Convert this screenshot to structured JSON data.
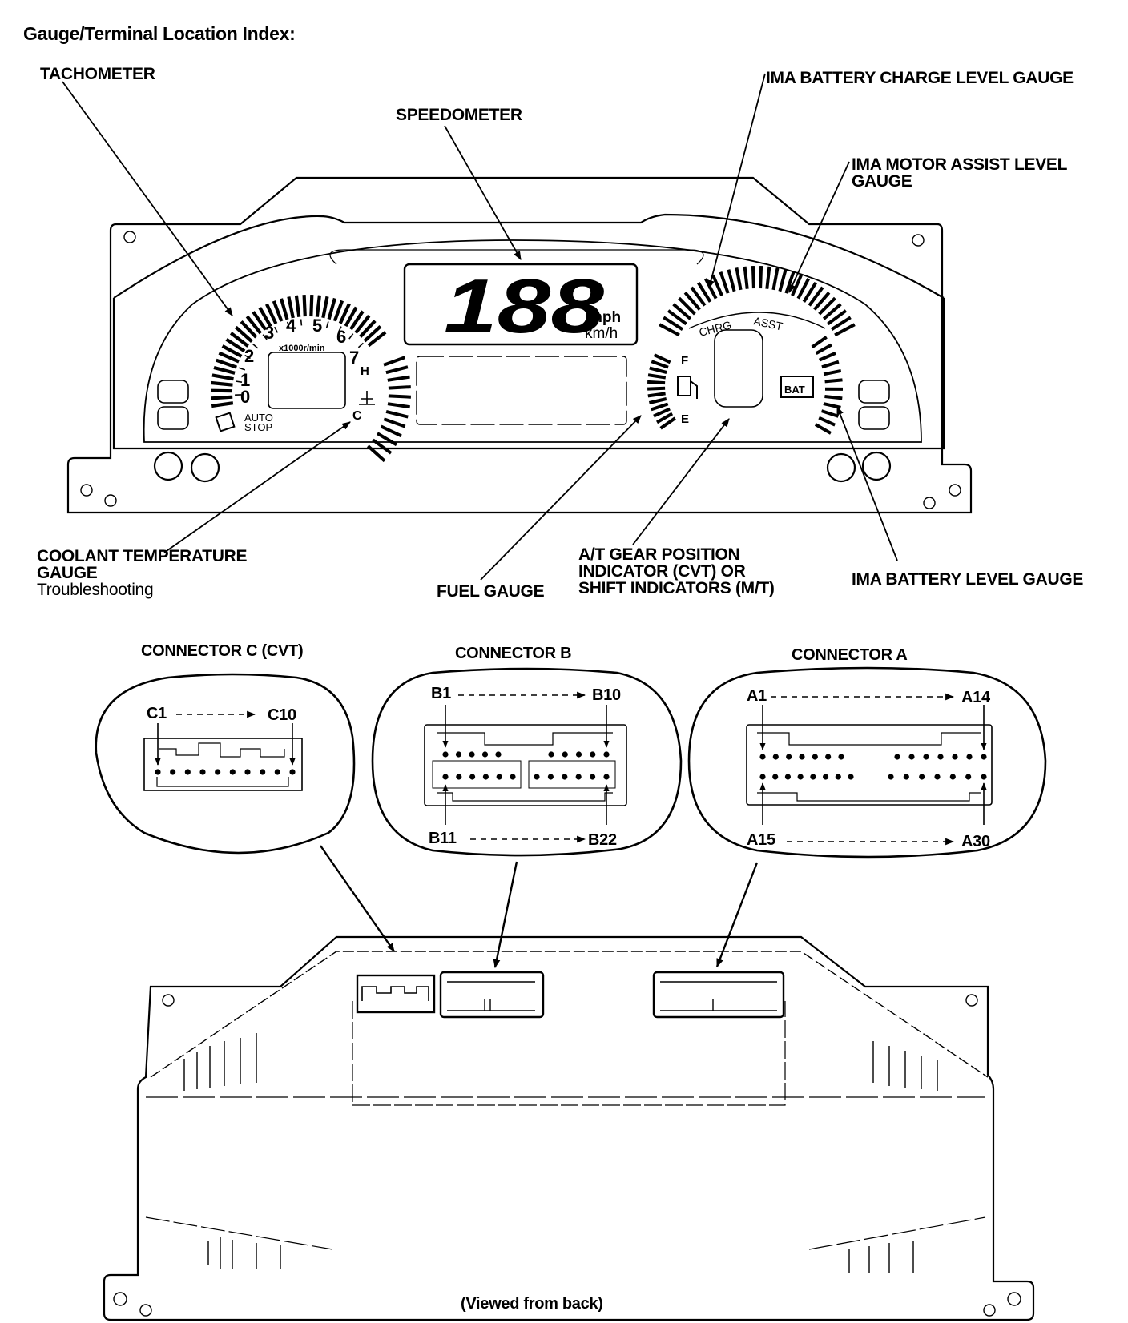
{
  "title": "Gauge/Terminal Location Index:",
  "callouts": {
    "tachometer": "TACHOMETER",
    "speedometer": "SPEEDOMETER",
    "ima_battery_charge": "IMA BATTERY CHARGE LEVEL GAUGE",
    "ima_motor_assist_line1": "IMA MOTOR ASSIST LEVEL",
    "ima_motor_assist_line2": "GAUGE",
    "coolant_line1": "COOLANT TEMPERATURE",
    "coolant_line2": "GAUGE",
    "coolant_line3": "Troubleshooting",
    "fuel": "FUEL GAUGE",
    "gear_line1": "A/T GEAR POSITION",
    "gear_line2": "INDICATOR (CVT) OR",
    "gear_line3": "SHIFT INDICATORS (M/T)",
    "ima_battery_level": "IMA BATTERY LEVEL GAUGE"
  },
  "dial": {
    "speed": "188",
    "unit_mph": "mph",
    "unit_kmh": "km/h",
    "tach_numbers": [
      "0",
      "1",
      "2",
      "3",
      "4",
      "5",
      "6",
      "7"
    ],
    "tach_scale": "x1000r/min",
    "auto_stop_line1": "AUTO",
    "auto_stop_line2": "STOP",
    "temp_hot": "H",
    "temp_cold": "C",
    "fuel_full": "F",
    "fuel_empty": "E",
    "chrg": "CHRG",
    "asst": "ASST",
    "bat": "BAT"
  },
  "connectors": {
    "c": {
      "title": "CONNECTOR C (CVT)",
      "first": "C1",
      "last": "C10"
    },
    "b": {
      "title": "CONNECTOR B",
      "top_first": "B1",
      "top_last": "B10",
      "bottom_first": "B11",
      "bottom_last": "B22"
    },
    "a": {
      "title": "CONNECTOR A",
      "top_first": "A1",
      "top_last": "A14",
      "bottom_first": "A15",
      "bottom_last": "A30"
    }
  },
  "footer": "(Viewed from back)",
  "colors": {
    "ink": "#000000",
    "paper": "#ffffff"
  }
}
